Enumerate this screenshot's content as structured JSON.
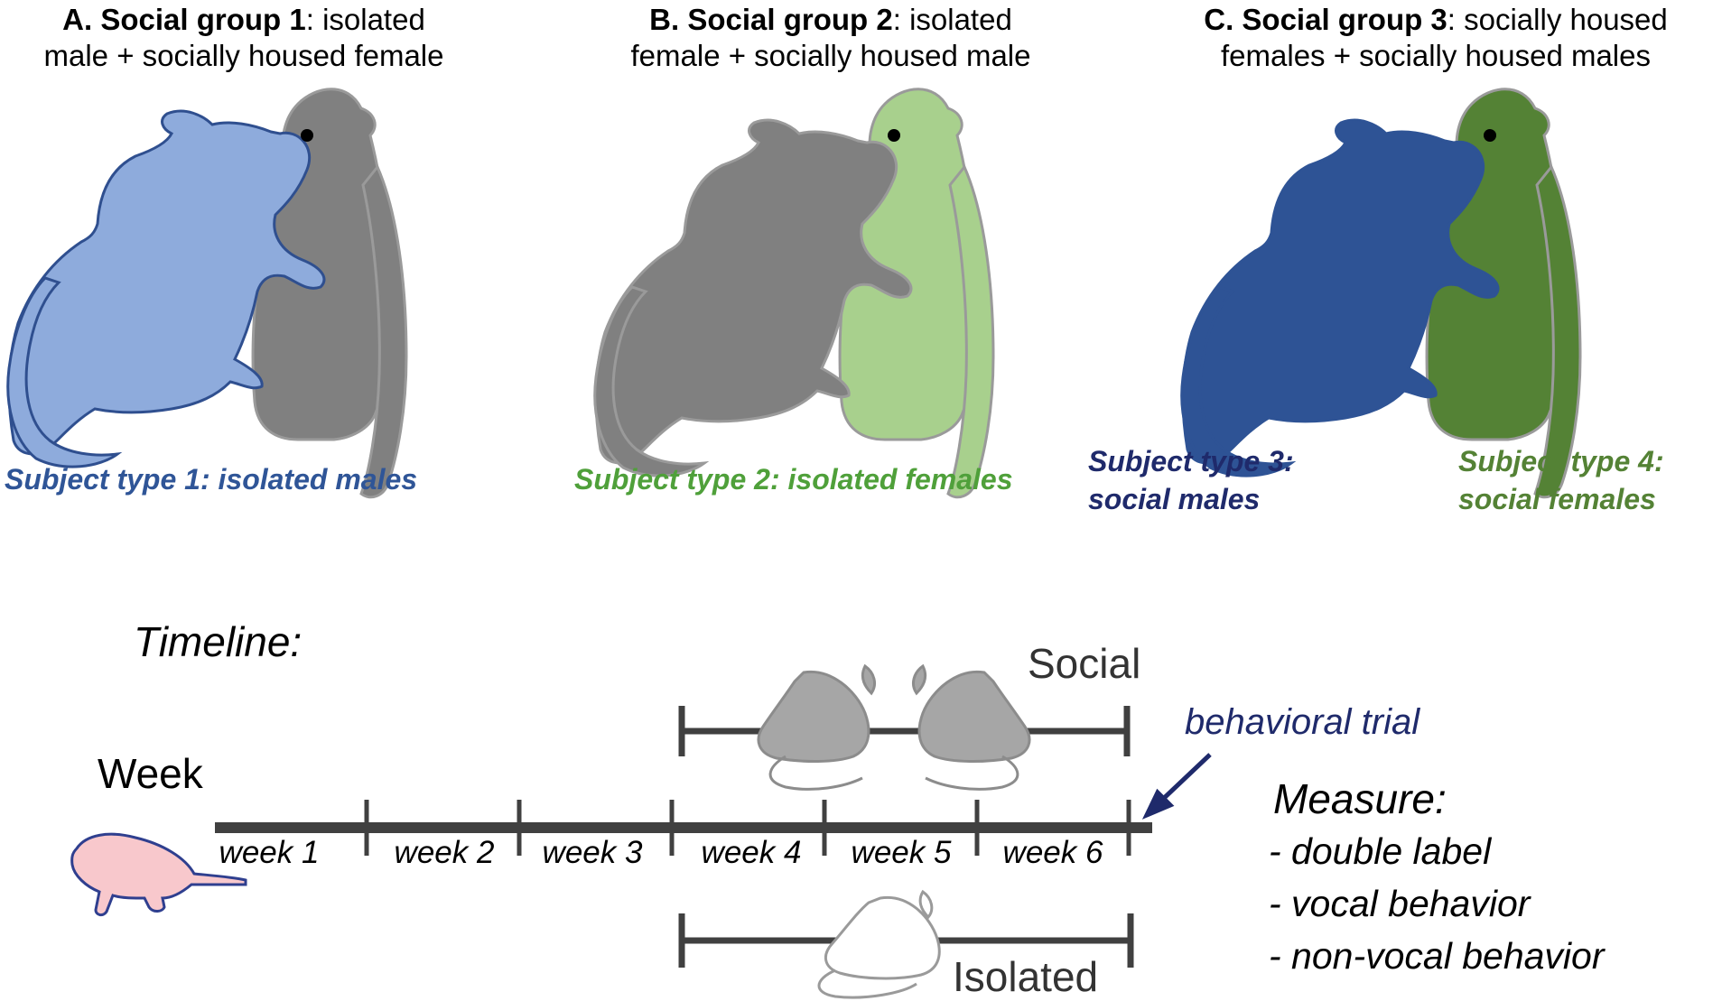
{
  "panels": [
    {
      "letter": "A.",
      "group": "Social group 1",
      "desc_line1": "isolated",
      "desc_line2": "male + socially housed female"
    },
    {
      "letter": "B.",
      "group": "Social group 2",
      "desc_line1": "isolated",
      "desc_line2": "female + socially housed male"
    },
    {
      "letter": "C.",
      "group": "Social group 3",
      "desc_line1": "socially housed",
      "desc_line2": "females + socially housed males"
    }
  ],
  "subjects": {
    "s1": "Subject type 1: isolated males",
    "s2": "Subject type 2: isolated females",
    "s3_line1": "Subject type 3:",
    "s3_line2": "social males",
    "s4_line1": "Subject type 4:",
    "s4_line2": "social females"
  },
  "timeline": {
    "title": "Timeline:",
    "week_label": "Week",
    "weeks": [
      "week 1",
      "week 2",
      "week 3",
      "week 4",
      "week 5",
      "week 6"
    ],
    "social_label": "Social",
    "isolated_label": "Isolated",
    "trial_label": "behavioral trial"
  },
  "measure": {
    "title": "Measure:",
    "items": [
      "- double label",
      "- vocal behavior",
      "- non-vocal behavior"
    ]
  },
  "colors": {
    "light_blue": "#8EABDC",
    "light_blue_stroke": "#2F4F8F",
    "gray": "#808080",
    "gray_stroke": "#9A9A9A",
    "light_green": "#A8D08D",
    "dark_blue": "#2E5395",
    "dark_green": "#548235",
    "subj1_text": "#2F5597",
    "subj2_text": "#4FA03A",
    "subj3_text": "#1F2A6B",
    "subj4_text": "#548235",
    "navy": "#1F2A6B",
    "pup_fill": "#F8C8CC",
    "pup_stroke": "#2F3F8F",
    "timeline_bar": "#404040"
  }
}
